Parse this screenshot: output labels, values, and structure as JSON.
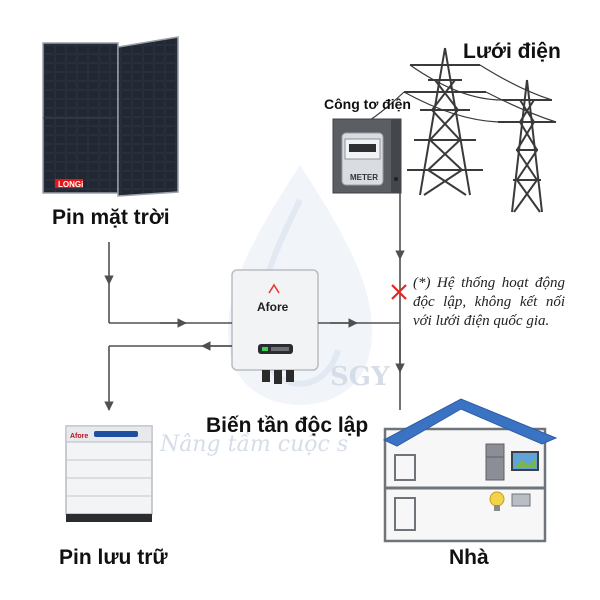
{
  "labels": {
    "solar_panel": "Pin mặt trời",
    "grid": "Lưới điện",
    "meter": "Công tơ điện",
    "inverter": "Biến tần độc lập",
    "battery": "Pin lưu trữ",
    "house": "Nhà"
  },
  "note": "(*) Hệ thống hoạt động độc lập, không kết nối với lưới điện quốc gia.",
  "device_text": {
    "meter_face": "METER",
    "inverter_brand": "Afore",
    "battery_brand": "Afore",
    "panel_brand": "LONGi"
  },
  "watermark": {
    "slogan": "Nâng tầm cuộc s",
    "logo_letters": "SGY"
  },
  "colors": {
    "arrow": "#505050",
    "cross": "#e52521",
    "roof": "#3b73c4",
    "panel": "#1b1f27",
    "watermark": "#dfe6f0"
  }
}
